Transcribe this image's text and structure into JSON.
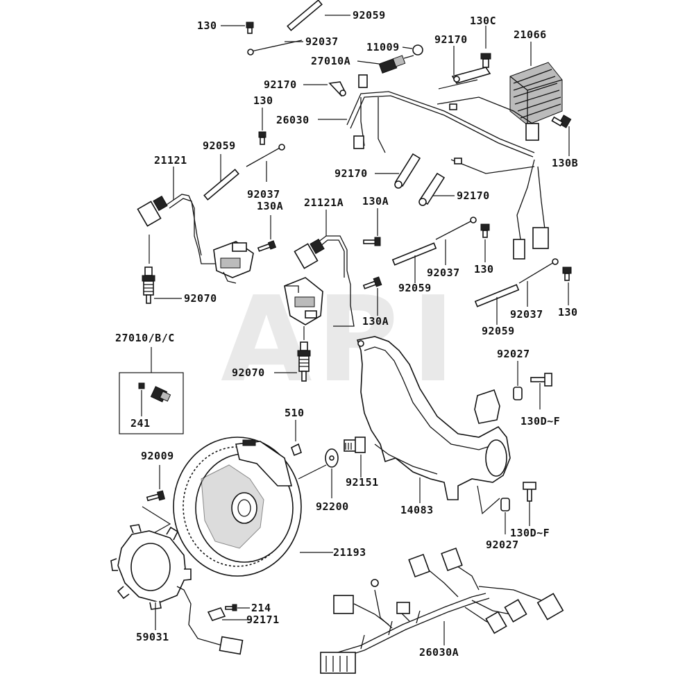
{
  "watermark": "ARI",
  "labels": {
    "l_130_top": "130",
    "l_92059_top": "92059",
    "l_92037_top": "92037",
    "l_11009": "11009",
    "l_27010A": "27010A",
    "l_92170_a": "92170",
    "l_130C": "130C",
    "l_21066": "21066",
    "l_92170_b": "92170",
    "l_130_b": "130",
    "l_26030": "26030",
    "l_92059_b": "92059",
    "l_21121": "21121",
    "l_92037_b": "92037",
    "l_130A_a": "130A",
    "l_130B": "130B",
    "l_92170_c": "92170",
    "l_92170_d": "92170",
    "l_21121A": "21121A",
    "l_130A_b": "130A",
    "l_92037_c": "92037",
    "l_130_c": "130",
    "l_92059_c": "92059",
    "l_92070_a": "92070",
    "l_92059_d": "92059",
    "l_92037_d": "92037",
    "l_130_d": "130",
    "l_130A_c": "130A",
    "l_27010BC": "27010/B/C",
    "l_92070_b": "92070",
    "l_92027_a": "92027",
    "l_241": "241",
    "l_130DF_a": "130D~F",
    "l_510": "510",
    "l_92009": "92009",
    "l_92151": "92151",
    "l_92200": "92200",
    "l_14083": "14083",
    "l_130DF_b": "130D~F",
    "l_92027_b": "92027",
    "l_21193": "21193",
    "l_214": "214",
    "l_92171": "92171",
    "l_59031": "59031",
    "l_26030A": "26030A"
  },
  "icons": {
    "spark_plug": "spark-plug-icon",
    "bolt": "bolt-icon",
    "flywheel": "flywheel-icon",
    "stator": "stator-icon",
    "regulator": "regulator-icon",
    "harness": "wire-harness-icon",
    "ignition_coil": "ignition-coil-icon",
    "shroud": "shroud-icon"
  }
}
